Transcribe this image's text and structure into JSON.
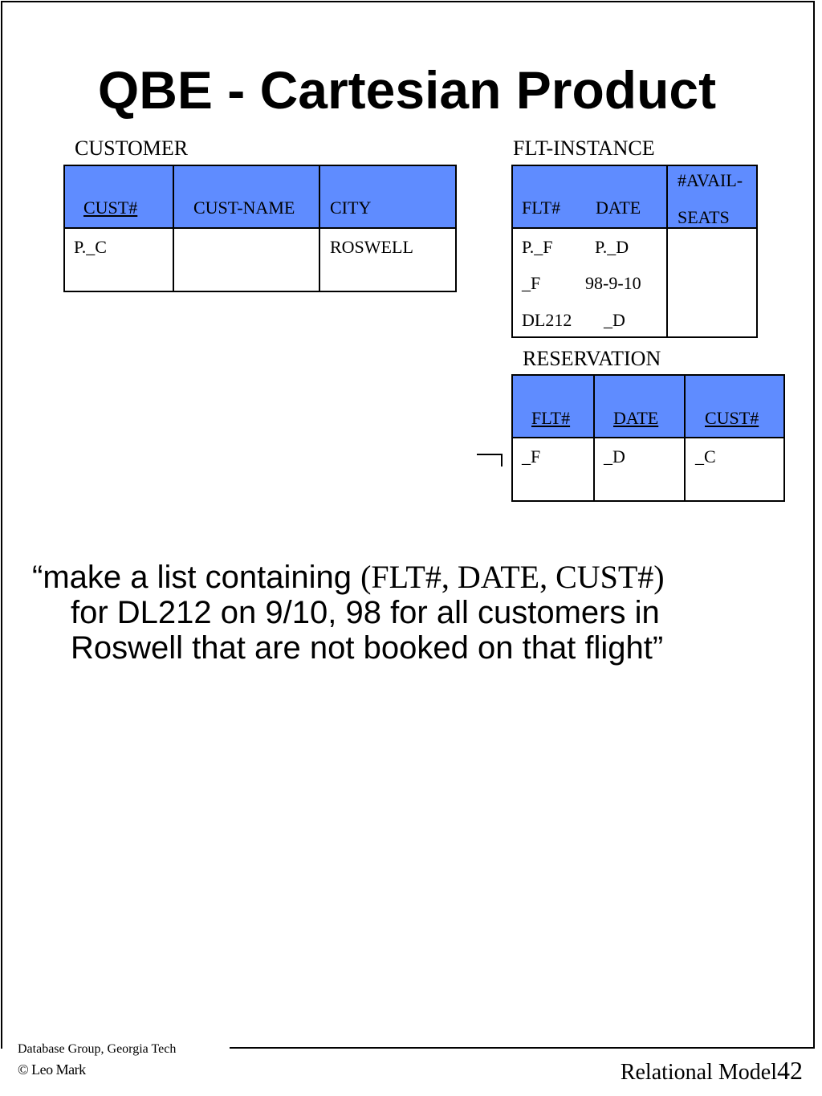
{
  "title": "QBE - Cartesian Product",
  "accent_color": "#5f8cff",
  "customer": {
    "name": "CUSTOMER",
    "headers": [
      "CUST#",
      "CUST-NAME",
      "CITY"
    ],
    "row": [
      "P._C",
      "",
      "ROSWELL"
    ]
  },
  "flt_instance": {
    "name": "FLT-INSTANCE",
    "headers": [
      "FLT#",
      "DATE",
      "#AVAIL-",
      "SEATS"
    ],
    "rows": [
      [
        "P._F",
        "P._D",
        ""
      ],
      [
        "_F",
        "98-9-10",
        ""
      ],
      [
        "DL212",
        "_D",
        ""
      ]
    ]
  },
  "reservation": {
    "name": "RESERVATION",
    "headers": [
      "FLT#",
      "DATE",
      "CUST#"
    ],
    "row": [
      "_F",
      "_D",
      "_C"
    ],
    "negation_symbol": "¬"
  },
  "quote": {
    "line1_a": "“make a list containing ",
    "line1_b": "(FLT#, DATE, CUST#)",
    "line2": "for DL212 on 9/10, 98  for all customers in",
    "line3": "Roswell that are not booked on that flight”"
  },
  "footer": {
    "org": "Database Group, Georgia Tech",
    "author": "© Leo Mark",
    "section": "Relational Model",
    "page": "42"
  }
}
